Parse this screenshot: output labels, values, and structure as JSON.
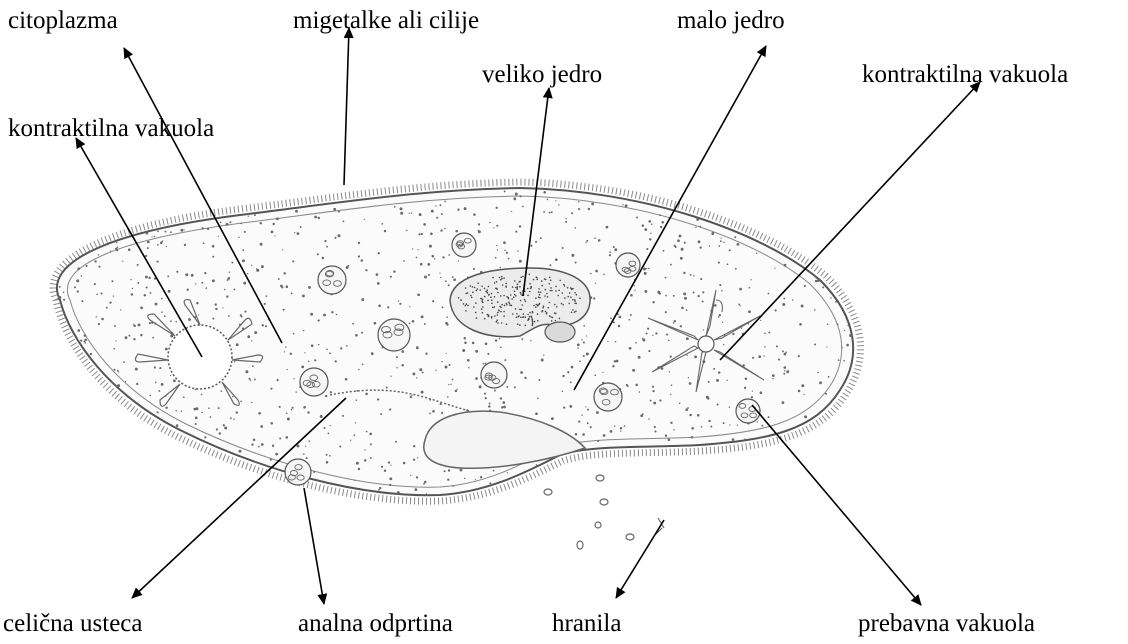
{
  "labels": {
    "citoplazma": "citoplazma",
    "migetalke": "migetalke ali cilije",
    "malo_jedro": "malo jedro",
    "veliko_jedro": "veliko jedro",
    "kontraktilna_right": "kontraktilna vakuola",
    "kontraktilna_left": "kontraktilna vakuola",
    "celicna_usteca": "celična usteca",
    "analna_odprtina": "analna odprtina",
    "hranila": "hranila",
    "prebavna_vakuola": "prebavna vakuola"
  },
  "colors": {
    "ink": "#000000",
    "sketch": "#555555",
    "stipple": "#6a6a6a",
    "background": "#ffffff"
  }
}
